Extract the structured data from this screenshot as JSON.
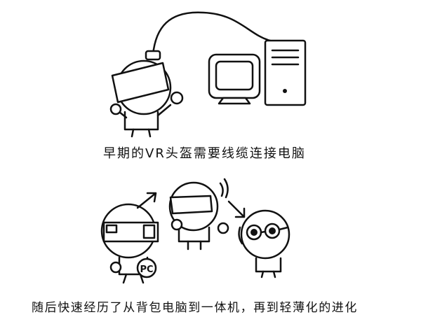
{
  "captions": {
    "early": "早期的VR头盔需要线缆连接电脑",
    "evolution": "随后快速经历了从背包电脑到一体机，再到轻薄化的进化"
  },
  "illustration": {
    "backpack_label": "PC"
  },
  "colors": {
    "ink": "#111111",
    "background": "#ffffff"
  }
}
